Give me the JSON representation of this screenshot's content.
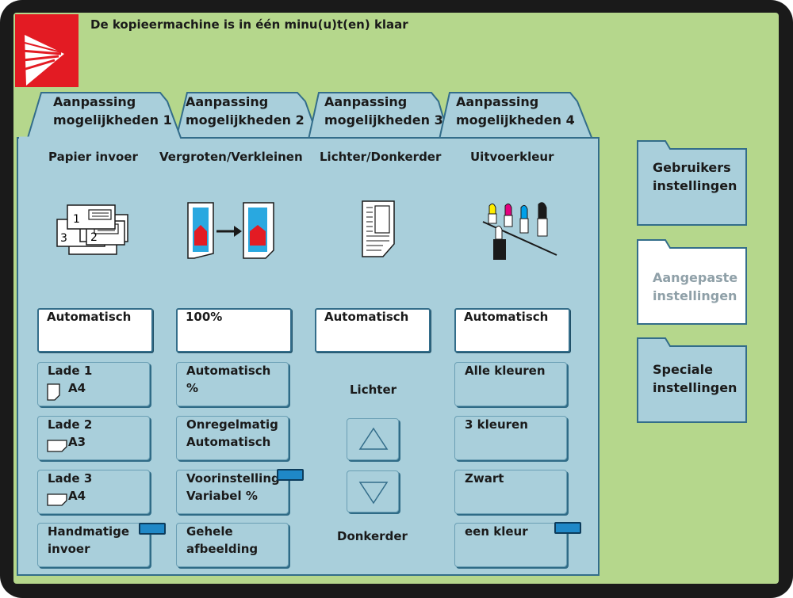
{
  "status": "De kopieermachine is in één minu(u)t(en) klaar",
  "tabs": [
    {
      "line1": "Aanpassing",
      "line2": "mogelijkheden 1"
    },
    {
      "line1": "Aanpassing",
      "line2": "mogelijkheden 2"
    },
    {
      "line1": "Aanpassing",
      "line2": "mogelijkheden 3"
    },
    {
      "line1": "Aanpassing",
      "line2": "mogelijkheden 4"
    }
  ],
  "columns": {
    "paper": {
      "heading": "Papier invoer",
      "value": "Automatisch",
      "options": [
        {
          "line1": "Lade 1",
          "line2": "A4"
        },
        {
          "line1": "Lade 2",
          "line2": "A3"
        },
        {
          "line1": "Lade 3",
          "line2": "A4"
        },
        {
          "line1": "Handmatige",
          "line2": "invoer"
        }
      ]
    },
    "zoom": {
      "heading": "Vergroten/Verkleinen",
      "value": "100%",
      "options": [
        {
          "line1": "Automatisch",
          "line2": "%"
        },
        {
          "line1": "Onregelmatig",
          "line2": "Automatisch"
        },
        {
          "line1": "Voorinstelling",
          "line2": "Variabel %"
        },
        {
          "line1": "Gehele",
          "line2": "afbeelding"
        }
      ]
    },
    "density": {
      "heading": "Lichter/Donkerder",
      "value": "Automatisch",
      "lighter": "Lichter",
      "darker": "Donkerder"
    },
    "color": {
      "heading": "Uitvoerkleur",
      "value": "Automatisch",
      "options": [
        {
          "line1": "Alle kleuren"
        },
        {
          "line1": "3 kleuren"
        },
        {
          "line1": "Zwart"
        },
        {
          "line1": "een kleur"
        }
      ]
    }
  },
  "tray_illustration": {
    "n1": "1",
    "n2": "2",
    "n3": "3"
  },
  "side": {
    "user": {
      "line1": "Gebruikers",
      "line2": "instellingen"
    },
    "custom": {
      "line1": "Aangepaste",
      "line2": "instellingen"
    },
    "special": {
      "line1": "Speciale",
      "line2": "instellingen"
    }
  },
  "colors": {
    "screen_bg": "#b5d78c",
    "panel_bg": "#a9cfdb",
    "panel_border": "#336d8a",
    "logo_red": "#e31b23",
    "tag_blue": "#1f88c7",
    "disabled_text": "#8fa0a8"
  },
  "icons": {
    "logo": "arrow-logo-icon",
    "paper_in": "paper-trays-icon",
    "zoom": "enlarge-reduce-icon",
    "density": "document-density-icon",
    "output_color": "toner-bottles-icon",
    "up": "triangle-up-icon",
    "down": "triangle-down-icon"
  }
}
